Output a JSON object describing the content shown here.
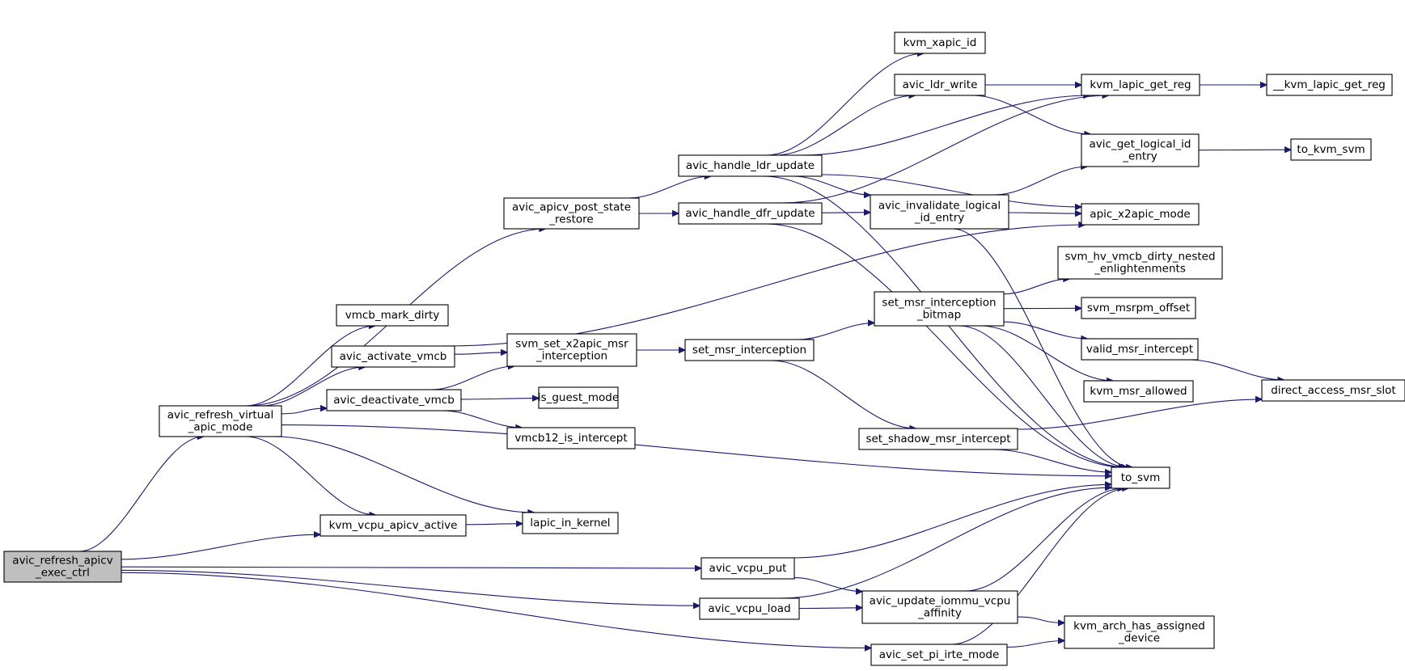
{
  "nodes": [
    {
      "id": "root",
      "lines": [
        "avic_refresh_apicv",
        "_exec_ctrl"
      ],
      "root": true
    },
    {
      "id": "refresh_virtual",
      "lines": [
        "avic_refresh_virtual",
        "_apic_mode"
      ]
    },
    {
      "id": "kvm_vcpu_apicv_active",
      "lines": [
        "kvm_vcpu_apicv_active"
      ]
    },
    {
      "id": "lapic_in_kernel",
      "lines": [
        "lapic_in_kernel"
      ]
    },
    {
      "id": "avic_vcpu_put",
      "lines": [
        "avic_vcpu_put"
      ]
    },
    {
      "id": "avic_vcpu_load",
      "lines": [
        "avic_vcpu_load"
      ]
    },
    {
      "id": "avic_set_pi_irte_mode",
      "lines": [
        "avic_set_pi_irte_mode"
      ]
    },
    {
      "id": "avic_update_iommu",
      "lines": [
        "avic_update_iommu_vcpu",
        "_affinity"
      ]
    },
    {
      "id": "kvm_arch_has_assigned",
      "lines": [
        "kvm_arch_has_assigned",
        "_device"
      ]
    },
    {
      "id": "to_svm",
      "lines": [
        "to_svm"
      ]
    },
    {
      "id": "avic_apicv_post",
      "lines": [
        "avic_apicv_post_state",
        "_restore"
      ]
    },
    {
      "id": "vmcb_mark_dirty",
      "lines": [
        "vmcb_mark_dirty"
      ]
    },
    {
      "id": "avic_activate_vmcb",
      "lines": [
        "avic_activate_vmcb"
      ]
    },
    {
      "id": "avic_deactivate_vmcb",
      "lines": [
        "avic_deactivate_vmcb"
      ]
    },
    {
      "id": "svm_set_x2apic",
      "lines": [
        "svm_set_x2apic_msr",
        "_interception"
      ]
    },
    {
      "id": "is_guest_mode",
      "lines": [
        "is_guest_mode"
      ]
    },
    {
      "id": "vmcb12_is_intercept",
      "lines": [
        "vmcb12_is_intercept"
      ]
    },
    {
      "id": "set_msr_interception",
      "lines": [
        "set_msr_interception"
      ]
    },
    {
      "id": "set_msr_interception_bitmap",
      "lines": [
        "set_msr_interception",
        "_bitmap"
      ]
    },
    {
      "id": "set_shadow_msr_intercept",
      "lines": [
        "set_shadow_msr_intercept"
      ]
    },
    {
      "id": "avic_handle_ldr_update",
      "lines": [
        "avic_handle_ldr_update"
      ]
    },
    {
      "id": "avic_handle_dfr_update",
      "lines": [
        "avic_handle_dfr_update"
      ]
    },
    {
      "id": "kvm_xapic_id",
      "lines": [
        "kvm_xapic_id"
      ]
    },
    {
      "id": "avic_ldr_write",
      "lines": [
        "avic_ldr_write"
      ]
    },
    {
      "id": "avic_invalidate_logical",
      "lines": [
        "avic_invalidate_logical",
        "_id_entry"
      ]
    },
    {
      "id": "kvm_lapic_get_reg",
      "lines": [
        "kvm_lapic_get_reg"
      ]
    },
    {
      "id": "__kvm_lapic_get_reg",
      "lines": [
        "__kvm_lapic_get_reg"
      ]
    },
    {
      "id": "avic_get_logical_id",
      "lines": [
        "avic_get_logical_id",
        "_entry"
      ]
    },
    {
      "id": "to_kvm_svm",
      "lines": [
        "to_kvm_svm"
      ]
    },
    {
      "id": "apic_x2apic_mode",
      "lines": [
        "apic_x2apic_mode"
      ]
    },
    {
      "id": "svm_hv_vmcb_dirty",
      "lines": [
        "svm_hv_vmcb_dirty_nested",
        "_enlightenments"
      ]
    },
    {
      "id": "svm_msrpm_offset",
      "lines": [
        "svm_msrpm_offset"
      ]
    },
    {
      "id": "valid_msr_intercept",
      "lines": [
        "valid_msr_intercept"
      ]
    },
    {
      "id": "kvm_msr_allowed",
      "lines": [
        "kvm_msr_allowed"
      ]
    },
    {
      "id": "direct_access_msr_slot",
      "lines": [
        "direct_access_msr_slot"
      ]
    }
  ],
  "edges": [
    [
      "root",
      "refresh_virtual"
    ],
    [
      "root",
      "kvm_vcpu_apicv_active"
    ],
    [
      "root",
      "avic_vcpu_put"
    ],
    [
      "root",
      "avic_vcpu_load"
    ],
    [
      "root",
      "avic_set_pi_irte_mode"
    ],
    [
      "refresh_virtual",
      "avic_apicv_post"
    ],
    [
      "refresh_virtual",
      "vmcb_mark_dirty"
    ],
    [
      "refresh_virtual",
      "avic_activate_vmcb"
    ],
    [
      "refresh_virtual",
      "avic_deactivate_vmcb"
    ],
    [
      "refresh_virtual",
      "kvm_vcpu_apicv_active"
    ],
    [
      "refresh_virtual",
      "lapic_in_kernel"
    ],
    [
      "refresh_virtual",
      "to_svm"
    ],
    [
      "kvm_vcpu_apicv_active",
      "lapic_in_kernel"
    ],
    [
      "avic_apicv_post",
      "avic_handle_ldr_update"
    ],
    [
      "avic_apicv_post",
      "avic_handle_dfr_update"
    ],
    [
      "avic_activate_vmcb",
      "svm_set_x2apic"
    ],
    [
      "avic_activate_vmcb",
      "apic_x2apic_mode"
    ],
    [
      "avic_deactivate_vmcb",
      "svm_set_x2apic"
    ],
    [
      "avic_deactivate_vmcb",
      "is_guest_mode"
    ],
    [
      "avic_deactivate_vmcb",
      "vmcb12_is_intercept"
    ],
    [
      "svm_set_x2apic",
      "set_msr_interception"
    ],
    [
      "set_msr_interception",
      "set_msr_interception_bitmap"
    ],
    [
      "set_msr_interception",
      "set_shadow_msr_intercept"
    ],
    [
      "set_msr_interception_bitmap",
      "svm_hv_vmcb_dirty"
    ],
    [
      "set_msr_interception_bitmap",
      "svm_msrpm_offset"
    ],
    [
      "set_msr_interception_bitmap",
      "valid_msr_intercept"
    ],
    [
      "set_msr_interception_bitmap",
      "kvm_msr_allowed"
    ],
    [
      "set_msr_interception_bitmap",
      "to_svm"
    ],
    [
      "set_shadow_msr_intercept",
      "direct_access_msr_slot"
    ],
    [
      "set_shadow_msr_intercept",
      "to_svm"
    ],
    [
      "valid_msr_intercept",
      "direct_access_msr_slot"
    ],
    [
      "avic_handle_ldr_update",
      "kvm_lapic_get_reg"
    ],
    [
      "avic_handle_ldr_update",
      "kvm_xapic_id"
    ],
    [
      "avic_handle_ldr_update",
      "avic_ldr_write"
    ],
    [
      "avic_handle_ldr_update",
      "avic_invalidate_logical"
    ],
    [
      "avic_handle_ldr_update",
      "apic_x2apic_mode"
    ],
    [
      "avic_handle_ldr_update",
      "to_svm"
    ],
    [
      "avic_handle_dfr_update",
      "kvm_lapic_get_reg"
    ],
    [
      "avic_handle_dfr_update",
      "avic_invalidate_logical"
    ],
    [
      "avic_handle_dfr_update",
      "to_svm"
    ],
    [
      "avic_ldr_write",
      "kvm_lapic_get_reg"
    ],
    [
      "avic_ldr_write",
      "avic_get_logical_id"
    ],
    [
      "avic_invalidate_logical",
      "avic_get_logical_id"
    ],
    [
      "avic_invalidate_logical",
      "apic_x2apic_mode"
    ],
    [
      "avic_invalidate_logical",
      "to_svm"
    ],
    [
      "kvm_lapic_get_reg",
      "__kvm_lapic_get_reg"
    ],
    [
      "avic_get_logical_id",
      "to_kvm_svm"
    ],
    [
      "avic_vcpu_put",
      "to_svm"
    ],
    [
      "avic_vcpu_put",
      "avic_update_iommu"
    ],
    [
      "avic_vcpu_load",
      "to_svm"
    ],
    [
      "avic_vcpu_load",
      "avic_update_iommu"
    ],
    [
      "avic_update_iommu",
      "to_svm"
    ],
    [
      "avic_update_iommu",
      "kvm_arch_has_assigned"
    ],
    [
      "avic_set_pi_irte_mode",
      "to_svm"
    ],
    [
      "avic_set_pi_irte_mode",
      "kvm_arch_has_assigned"
    ]
  ],
  "colors": {
    "edge": "#191970",
    "node_border": "#000000",
    "root_fill": "#bfbfbf"
  }
}
